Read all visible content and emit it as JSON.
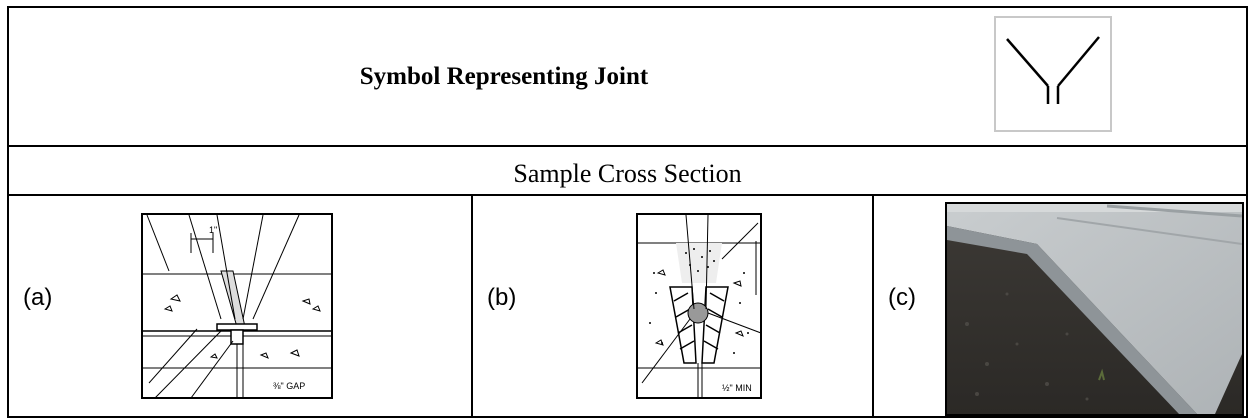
{
  "header": {
    "title": "Symbol Representing Joint",
    "symbol_icon": "joint-symbol-icon"
  },
  "section": {
    "title": "Sample Cross Section"
  },
  "figures": [
    {
      "label": "(a)",
      "annotation_top": "1\"",
      "annotation_bottom": "⅜\" GAP"
    },
    {
      "label": "(b)",
      "annotation_bottom": "½\" MIN"
    },
    {
      "label": "(c)"
    }
  ]
}
